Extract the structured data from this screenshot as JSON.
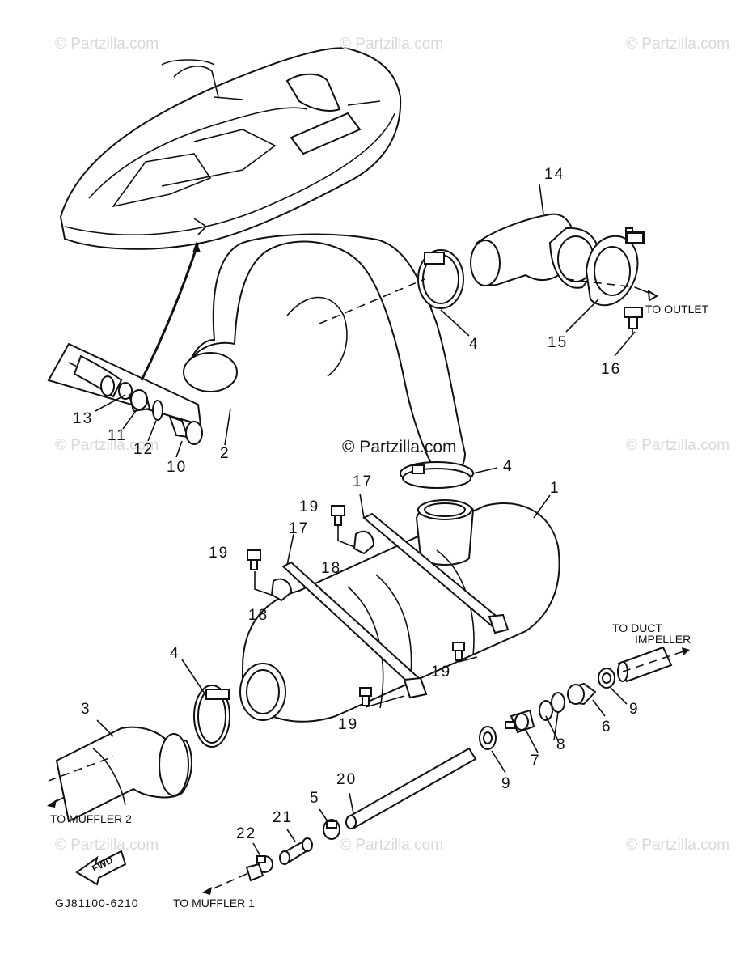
{
  "watermarks": {
    "corner": "© Partzilla.com",
    "center": "© Partzilla.com"
  },
  "callouts": {
    "c1": "1",
    "c2": "2",
    "c3": "3",
    "c4a": "4",
    "c4b": "4",
    "c4c": "4",
    "c5": "5",
    "c6": "6",
    "c7": "7",
    "c8": "8",
    "c9a": "9",
    "c9b": "9",
    "c10": "10",
    "c11": "11",
    "c12": "12",
    "c13": "13",
    "c14": "14",
    "c15": "15",
    "c16": "16",
    "c17a": "17",
    "c17b": "17",
    "c18a": "18",
    "c18b": "18",
    "c19a": "19",
    "c19b": "19",
    "c19c": "19",
    "c19d": "19",
    "c20": "20",
    "c21": "21",
    "c22": "22"
  },
  "labels": {
    "to_outlet": "TO OUTLET",
    "to_duct_1": "TO DUCT",
    "to_duct_2": "IMPELLER",
    "to_muffler_2": "TO MUFFLER 2",
    "to_muffler_1": "TO MUFFLER 1",
    "fwd": "FWD",
    "diagram_code": "GJ81100-6210"
  }
}
